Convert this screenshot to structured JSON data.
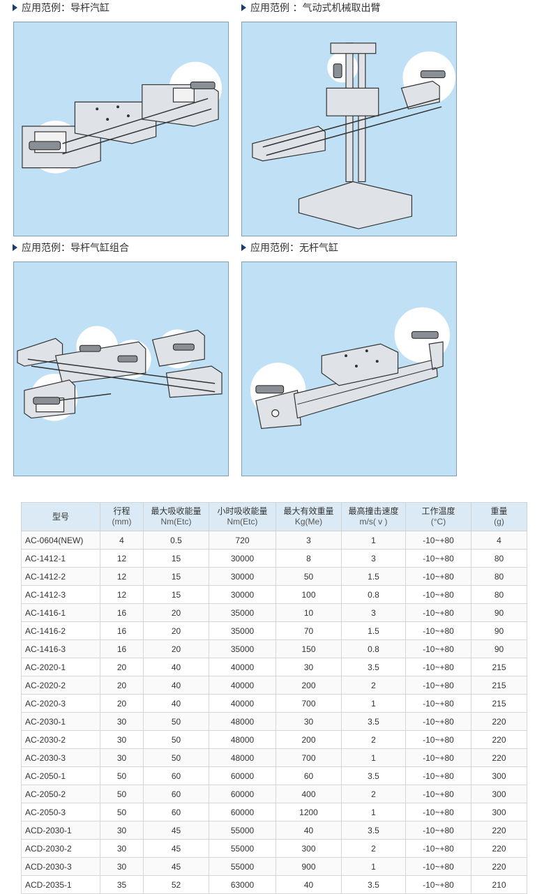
{
  "captions": [
    "应用范例：导杆汽缸",
    "应用范例 ：气动式机械取出臂",
    "应用范例：导杆气缸组合",
    "应用范例：无杆气缸"
  ],
  "colors": {
    "panel_bg": "#bfe0f5",
    "header_bg": "#dceaf5",
    "marker": "#1b3d6e"
  },
  "table": {
    "headers": [
      {
        "main": "型号",
        "sub": ""
      },
      {
        "main": "行程",
        "sub": "(mm)"
      },
      {
        "main": "最大吸收能量",
        "sub": "Nm(Etc)"
      },
      {
        "main": "小时吸收能量",
        "sub": "Nm(Etc)"
      },
      {
        "main": "最大有效重量",
        "sub": "Kg(Me)"
      },
      {
        "main": "最高撞击速度",
        "sub": "m/s( v )"
      },
      {
        "main": "工作温度",
        "sub": "(°C)"
      },
      {
        "main": "重量",
        "sub": "(g)"
      }
    ],
    "rows": [
      [
        "AC-0604(NEW)",
        "4",
        "0.5",
        "720",
        "3",
        "1",
        "-10~+80",
        "4"
      ],
      [
        "AC-1412-1",
        "12",
        "15",
        "30000",
        "8",
        "3",
        "-10~+80",
        "80"
      ],
      [
        "AC-1412-2",
        "12",
        "15",
        "30000",
        "50",
        "1.5",
        "-10~+80",
        "80"
      ],
      [
        "AC-1412-3",
        "12",
        "15",
        "30000",
        "100",
        "0.8",
        "-10~+80",
        "80"
      ],
      [
        "AC-1416-1",
        "16",
        "20",
        "35000",
        "10",
        "3",
        "-10~+80",
        "90"
      ],
      [
        "AC-1416-2",
        "16",
        "20",
        "35000",
        "70",
        "1.5",
        "-10~+80",
        "90"
      ],
      [
        "AC-1416-3",
        "16",
        "20",
        "35000",
        "150",
        "0.8",
        "-10~+80",
        "90"
      ],
      [
        "AC-2020-1",
        "20",
        "40",
        "40000",
        "30",
        "3.5",
        "-10~+80",
        "215"
      ],
      [
        "AC-2020-2",
        "20",
        "40",
        "40000",
        "200",
        "2",
        "-10~+80",
        "215"
      ],
      [
        "AC-2020-3",
        "20",
        "40",
        "40000",
        "700",
        "1",
        "-10~+80",
        "215"
      ],
      [
        "AC-2030-1",
        "30",
        "50",
        "48000",
        "30",
        "3.5",
        "-10~+80",
        "220"
      ],
      [
        "AC-2030-2",
        "30",
        "50",
        "48000",
        "200",
        "2",
        "-10~+80",
        "220"
      ],
      [
        "AC-2030-3",
        "30",
        "50",
        "48000",
        "700",
        "1",
        "-10~+80",
        "220"
      ],
      [
        "AC-2050-1",
        "50",
        "60",
        "60000",
        "60",
        "3.5",
        "-10~+80",
        "300"
      ],
      [
        "AC-2050-2",
        "50",
        "60",
        "60000",
        "400",
        "2",
        "-10~+80",
        "300"
      ],
      [
        "AC-2050-3",
        "50",
        "60",
        "60000",
        "1200",
        "1",
        "-10~+80",
        "300"
      ],
      [
        "ACD-2030-1",
        "30",
        "45",
        "55000",
        "40",
        "3.5",
        "-10~+80",
        "220"
      ],
      [
        "ACD-2030-2",
        "30",
        "45",
        "55000",
        "300",
        "2",
        "-10~+80",
        "220"
      ],
      [
        "ACD-2030-3",
        "30",
        "45",
        "55000",
        "900",
        "1",
        "-10~+80",
        "220"
      ],
      [
        "ACD-2035-1",
        "35",
        "52",
        "63000",
        "40",
        "3.5",
        "-10~+80",
        "210"
      ]
    ]
  }
}
